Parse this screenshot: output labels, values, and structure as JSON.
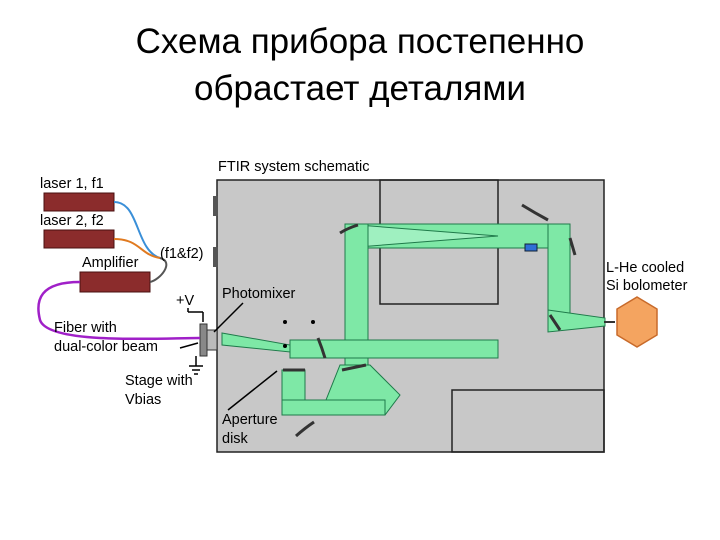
{
  "slide": {
    "title_line1": "Схема прибора постепенно",
    "title_line2": "обрастает деталями"
  },
  "diagram": {
    "system_label": "FTIR system schematic",
    "laser1_label": "laser 1, f1",
    "laser2_label": "laser 2, f2",
    "amplifier_label": "Amplifier",
    "mix_label": "(f1&f2)",
    "voltage_label": "+V",
    "photomixer_label": "Photomixer",
    "fiber_label_line1": "Fiber with",
    "fiber_label_line2": "dual-color beam",
    "stage_label_line1": "Stage with",
    "stage_label_line2": "Vbias",
    "aperture_label_line1": "Aperture",
    "aperture_label_line2": "disk",
    "detector_label_line1": "L-He cooled",
    "detector_label_line2": "Si bolometer"
  },
  "colors": {
    "chamber_fill": "#c8c8c8",
    "beam_fill": "#7ee8a6",
    "beam_stroke": "#1f7a4a",
    "device_fill": "#8b2c2c",
    "fiber_blue": "#3a8fd8",
    "fiber_orange": "#e07a20",
    "fiber_purple": "#a020c8",
    "bolometer_fill": "#f4a460"
  }
}
